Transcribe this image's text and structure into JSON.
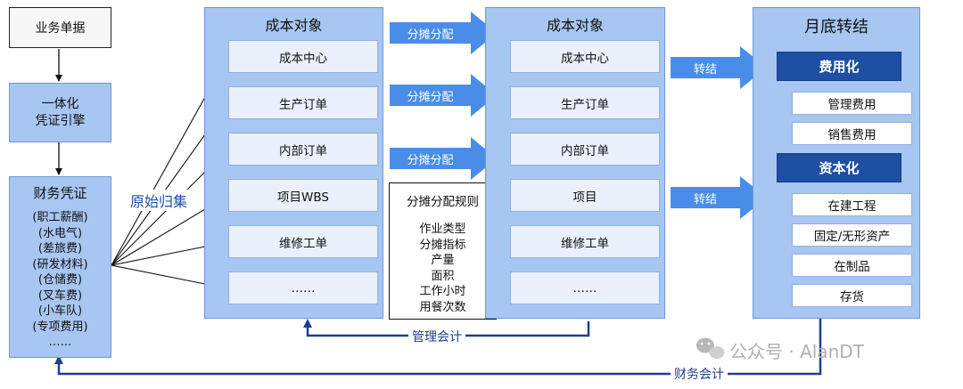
{
  "left": {
    "business_docs": "业务单据",
    "engine": [
      "一体化",
      "凭证引擎"
    ],
    "voucher_title": "财务凭证",
    "voucher_items": [
      "(职工薪酬)",
      "(水电气)",
      "(差旅费)",
      "(研发材料)",
      "(仓储费)",
      "(叉车费)",
      "(小车队)",
      "(专项费用)",
      "……"
    ]
  },
  "original_collection": "原始归集",
  "cost_objects_1": {
    "title": "成本对象",
    "items": [
      "成本中心",
      "生产订单",
      "内部订单",
      "项目WBS",
      "维修工单",
      "……"
    ]
  },
  "allocation_arrow": "分摊分配",
  "allocation_rules": {
    "title": "分摊分配规则",
    "items": [
      "作业类型",
      "分摊指标",
      "产量",
      "面积",
      "工作小时",
      "用餐次数"
    ]
  },
  "cost_objects_2": {
    "title": "成本对象",
    "items": [
      "成本中心",
      "生产订单",
      "内部订单",
      "项目",
      "维修工单",
      "……"
    ]
  },
  "transfer_arrow": "转结",
  "month_end": {
    "title": "月底转结",
    "expense_header": "费用化",
    "expense_items": [
      "管理费用",
      "销售费用"
    ],
    "capital_header": "资本化",
    "capital_items": [
      "在建工程",
      "固定/无形资产",
      "在制品",
      "存货"
    ]
  },
  "management_accounting": "管理会计",
  "financial_accounting": "财务会计",
  "watermark": "公众号 · AlanDT",
  "colors": {
    "panel": "#a7c6f1",
    "arrow": "#4a8de8",
    "dark": "#1e4fa3",
    "loop": "#1f3f8f"
  }
}
